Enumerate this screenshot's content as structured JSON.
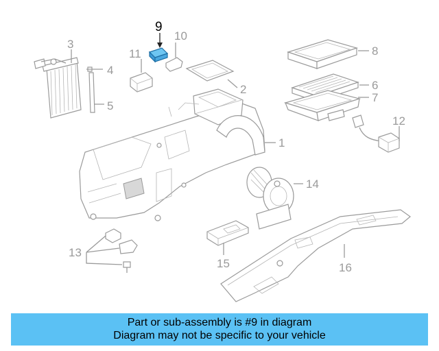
{
  "callouts": {
    "c1": "1",
    "c2": "2",
    "c3": "3",
    "c4": "4",
    "c5": "5",
    "c6": "6",
    "c7": "7",
    "c8": "8",
    "c9": "9",
    "c10": "10",
    "c11": "11",
    "c12": "12",
    "c13": "13",
    "c14": "14",
    "c15": "15",
    "c16": "16"
  },
  "highlighted_part": "9",
  "colors": {
    "highlight": "#4aa8e0",
    "banner": "#5bc1f4",
    "line": "#9a9a9a"
  },
  "banner": {
    "line1": "Part or sub-assembly is #9 in diagram",
    "line2": "Diagram may not be specific to your vehicle"
  }
}
